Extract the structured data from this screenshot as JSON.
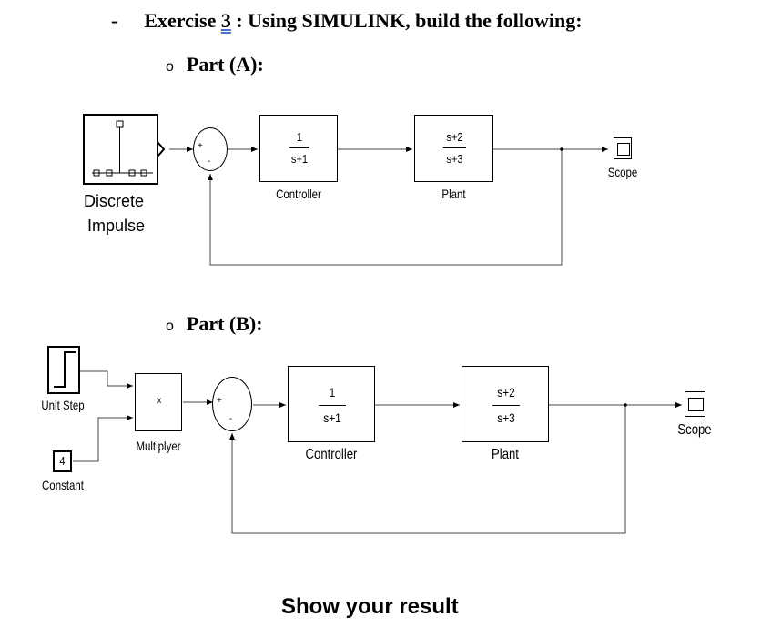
{
  "exercise": {
    "dash": "-",
    "prefix": "Exercise ",
    "number": "3",
    "suffix": " : Using SIMULINK, build the following:"
  },
  "part_a": {
    "heading": "Part (A):",
    "bullet": "o",
    "source_label_line1": "Discrete",
    "source_label_line2": "Impulse",
    "controller": {
      "num": "1",
      "den": "s+1",
      "label": "Controller"
    },
    "plant": {
      "num": "s+2",
      "den": "s+3",
      "label": "Plant"
    },
    "scope_label": "Scope"
  },
  "part_b": {
    "heading": "Part (B):",
    "bullet": "o",
    "step_label": "Unit Step",
    "constant_value": "4",
    "constant_label": "Constant",
    "multiplier_symbol": "x",
    "multiplier_label": "Multiplyer",
    "controller": {
      "num": "1",
      "den": "s+1",
      "label": "Controller"
    },
    "plant": {
      "num": "s+2",
      "den": "s+3",
      "label": "Plant"
    },
    "scope_label": "Scope"
  },
  "footer": "Show your result"
}
